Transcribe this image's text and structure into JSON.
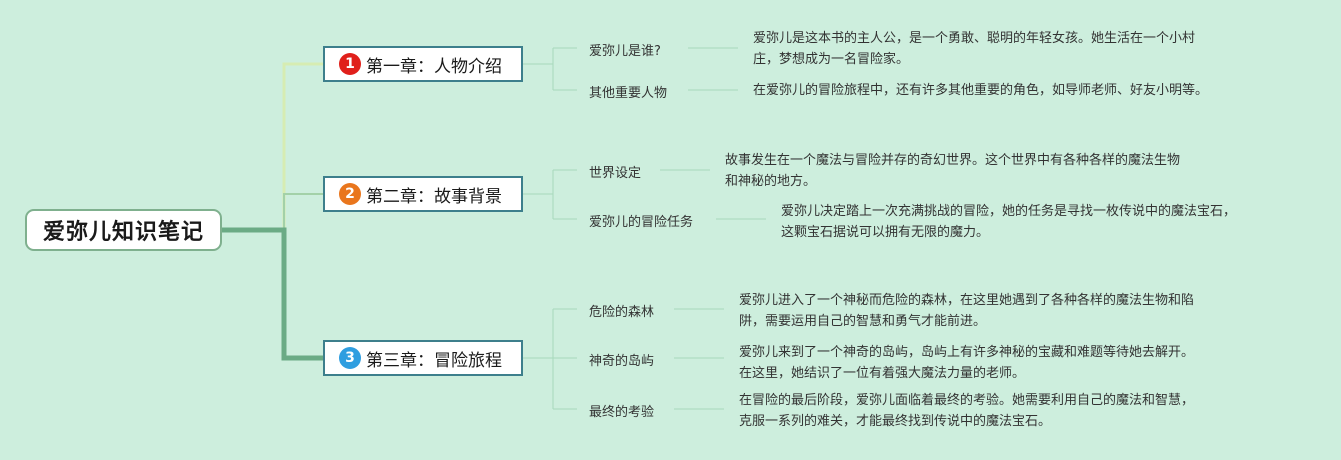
{
  "root": {
    "title": "爱弥儿知识笔记"
  },
  "colors": {
    "background": "#cdeedd",
    "line_ch1": "#d6ecb2",
    "line_ch2": "#a3d1a8",
    "line_ch3": "#6bab85",
    "badge_ch1": "#e0201b",
    "badge_ch2": "#e9761d",
    "badge_ch3": "#2f9ee0"
  },
  "chapters": [
    {
      "number": "1",
      "title": "第一章：人物介绍",
      "topics": [
        {
          "label": "爱弥儿是谁?",
          "detail": [
            "爱弥儿是这本书的主人公，是一个勇敢、聪明的年轻女孩。她生活在一个小村",
            "庄，梦想成为一名冒险家。"
          ]
        },
        {
          "label": "其他重要人物",
          "detail": [
            "在爱弥儿的冒险旅程中，还有许多其他重要的角色，如导师老师、好友小明等。"
          ]
        }
      ]
    },
    {
      "number": "2",
      "title": "第二章：故事背景",
      "topics": [
        {
          "label": "世界设定",
          "detail": [
            "故事发生在一个魔法与冒险并存的奇幻世界。这个世界中有各种各样的魔法生物",
            "和神秘的地方。"
          ]
        },
        {
          "label": "爱弥儿的冒险任务",
          "detail": [
            "爱弥儿决定踏上一次充满挑战的冒险，她的任务是寻找一枚传说中的魔法宝石，",
            "这颗宝石据说可以拥有无限的魔力。"
          ]
        }
      ]
    },
    {
      "number": "3",
      "title": "第三章：冒险旅程",
      "topics": [
        {
          "label": "危险的森林",
          "detail": [
            "爱弥儿进入了一个神秘而危险的森林，在这里她遇到了各种各样的魔法生物和陷",
            "阱，需要运用自己的智慧和勇气才能前进。"
          ]
        },
        {
          "label": "神奇的岛屿",
          "detail": [
            "爱弥儿来到了一个神奇的岛屿，岛屿上有许多神秘的宝藏和难题等待她去解开。",
            "在这里，她结识了一位有着强大魔法力量的老师。"
          ]
        },
        {
          "label": "最终的考验",
          "detail": [
            "在冒险的最后阶段，爱弥儿面临着最终的考验。她需要利用自己的魔法和智慧，",
            "克服一系列的难关，才能最终找到传说中的魔法宝石。"
          ]
        }
      ]
    }
  ]
}
